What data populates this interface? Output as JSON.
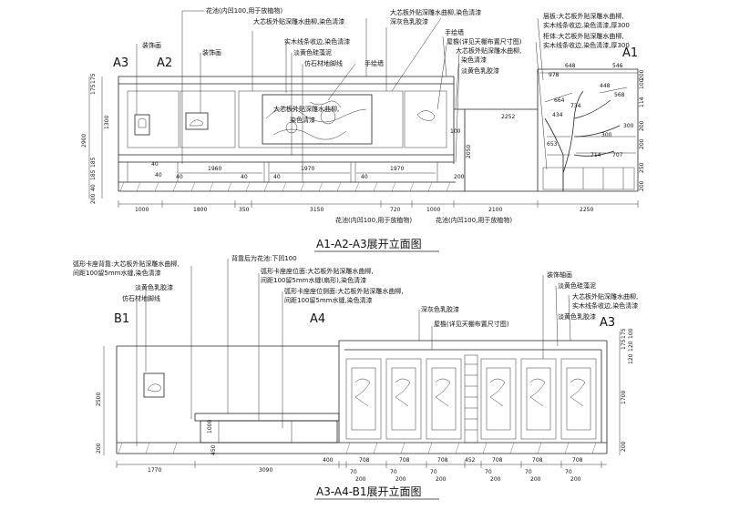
{
  "top": {
    "title": "A1-A2-A3展开立面图",
    "grid": [
      "A3",
      "A2",
      "A1"
    ],
    "notes": [
      "花池(内凹100,用于放植物)",
      "装饰画",
      "装饰画",
      "大芯板外贴深雕水曲柳,染色清漆",
      "实木线条收边,染色清漆",
      "淡黄色硅藻泥",
      "仿石材地脚线",
      "手绘墙",
      "大芯板外贴深雕水曲柳,染色清漆",
      "深灰色乳胶漆",
      "手绘墙",
      "屋檐(详见天棚布置尺寸图)",
      "大芯板外贴深雕水曲柳,",
      "染色清漆",
      "淡黄色乳胶漆",
      "层板:大芯板外贴深雕水曲柳,",
      "实木线条收边,染色清漆,厚300",
      "柜体:大芯板外贴深雕水曲柳,",
      "实木线条收边,染色清漆,厚300",
      "大芯板外贴深雕水曲柳,",
      "染色清漆"
    ],
    "bottom_notes": [
      "花池(内凹100,用于放植物)",
      "花池(内凹100,用于放植物)"
    ],
    "dims_bottom": [
      "1000",
      "1800",
      "350",
      "3150",
      "720",
      "1000",
      "2100",
      "2250"
    ],
    "dims_left": [
      "175",
      "175",
      "1300",
      "2900",
      "185",
      "185",
      "40",
      "200"
    ],
    "inner_dims": [
      "1960",
      "1970",
      "1970",
      "40",
      "40",
      "40",
      "40",
      "40",
      "40",
      "200",
      "100",
      "2050",
      "2252"
    ],
    "shelf_dims": [
      "648",
      "546",
      "978",
      "664",
      "568",
      "448",
      "434",
      "734",
      "653",
      "714",
      "707",
      "300",
      "300",
      "200",
      "100",
      "114",
      "200",
      "200",
      "250",
      "200"
    ]
  },
  "bottom": {
    "title": "A3-A4-B1展开立面图",
    "grid": [
      "B1",
      "A4",
      "A3"
    ],
    "notes": [
      "弧形卡座背靠:大芯板外贴深雕水曲柳,",
      "间距100留5mm水缝,染色清漆",
      "背靠后为花池:下凹100",
      "弧形卡座座位面:大芯板外贴深雕水曲柳,",
      "间距100留5mm水缝(扇形),染色清漆",
      "淡黄色乳胶漆",
      "仿石材地脚线",
      "弧形卡座座位侧面:大芯板外贴深雕水曲柳,",
      "间距100留5mm水缝,染色清漆",
      "深灰色乳胶漆",
      "屋檐(详见天棚布置尺寸图)",
      "装饰轴画",
      "淡黄色硅藻泥",
      "大芯板外贴深雕水曲柳,",
      "实木线条收边,染色清漆",
      "淡黄色乳胶漆"
    ],
    "dims_bottom": [
      "1770",
      "3090",
      "400",
      "708",
      "708",
      "708",
      "452",
      "708",
      "708",
      "708"
    ],
    "dims_sub": [
      "70",
      "200",
      "70",
      "200",
      "70",
      "200",
      "70",
      "200",
      "70",
      "200",
      "70",
      "200"
    ],
    "dims_left": [
      "2500",
      "200"
    ],
    "dims_right": [
      "175",
      "175",
      "1700",
      "200",
      "100",
      "120",
      "120"
    ],
    "inner_dims": [
      "1000",
      "450"
    ]
  }
}
